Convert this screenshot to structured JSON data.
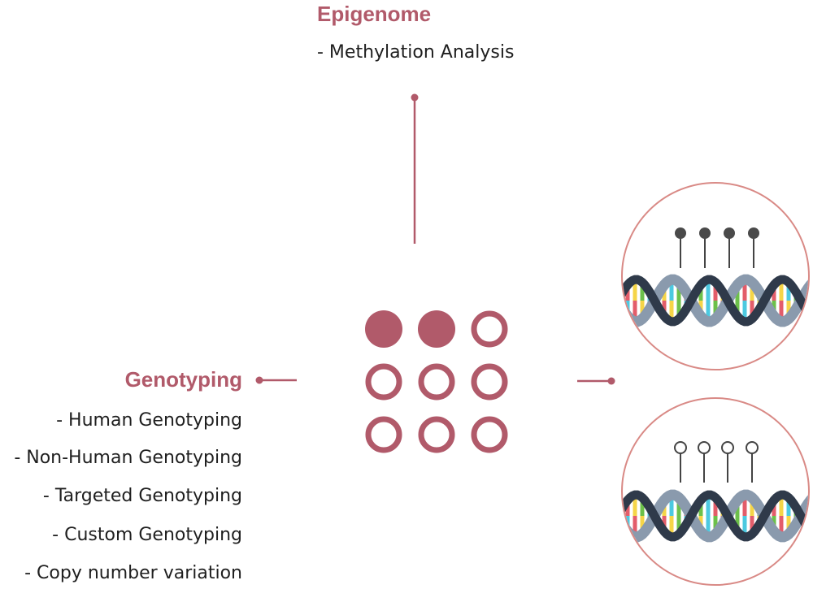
{
  "epigenome": {
    "title": "Epigenome",
    "items": [
      "- Methylation Analysis"
    ]
  },
  "genotyping": {
    "title": "Genotyping",
    "items": [
      "- Human Genotyping",
      "- Non-Human Genotyping",
      "- Targeted Genotyping",
      "- Custom Genotyping",
      "- Copy number variation"
    ]
  },
  "colors": {
    "accent": "#b15a6a",
    "circle_border": "#d98a86",
    "dna_backbone": "#2f3a4a",
    "dna_ribbon": "#8a9aad"
  },
  "icons": {
    "grid": "dot-grid-icon",
    "dna_methylated": "dna-methylated-icon",
    "dna_unmethylated": "dna-unmethylated-icon"
  }
}
